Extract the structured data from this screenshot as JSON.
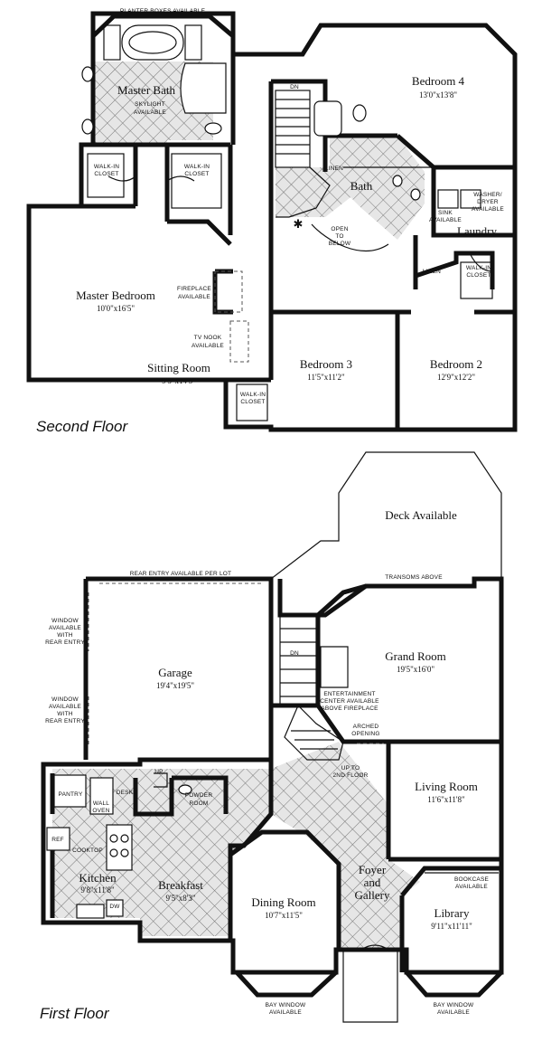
{
  "floors": {
    "second": "Second Floor",
    "first": "First Floor"
  },
  "second_floor": {
    "notes": {
      "planter": "PLANTER BOXES AVAILABLE",
      "skylight_1": "SKYLIGHT",
      "skylight_2": "AVAILABLE",
      "walkin_a_1": "WALK-IN",
      "walkin_a_2": "CLOSET",
      "walkin_b_1": "WALK-IN",
      "walkin_b_2": "CLOSET",
      "walkin_c_1": "WALK-IN",
      "walkin_c_2": "CLOSET",
      "walkin_d_1": "WALK-IN",
      "walkin_d_2": "CLOSET",
      "fireplace_1": "FIREPLACE",
      "fireplace_2": "AVAILABLE",
      "tvnook_1": "TV NOOK",
      "tvnook_2": "AVAILABLE",
      "dn": "DN",
      "linen_a": "LINEN",
      "linen_b": "LINEN",
      "open_1": "OPEN",
      "open_2": "TO",
      "open_3": "BELOW",
      "washer_1": "WASHER/",
      "washer_2": "DRYER",
      "washer_3": "AVAILABLE",
      "sink_1": "SINK",
      "sink_2": "AVAILABLE",
      "star": "✱"
    },
    "rooms": {
      "master_bath": "Master Bath",
      "bedroom4": "Bedroom 4",
      "bedroom4_dim": "13'0\"x13'8\"",
      "bath": "Bath",
      "laundry": "Laundry",
      "master_bedroom": "Master Bedroom",
      "master_bedroom_dim": "10'0\"x16'5\"",
      "sitting_room": "Sitting Room",
      "sitting_room_dim": "9'5\"x14'5\"",
      "bedroom3": "Bedroom 3",
      "bedroom3_dim": "11'5\"x11'2\"",
      "bedroom2": "Bedroom 2",
      "bedroom2_dim": "12'9\"x12'2\""
    }
  },
  "first_floor": {
    "notes": {
      "deck": "Deck Available",
      "rear_entry": "REAR ENTRY AVAILABLE PER LOT",
      "transoms": "TRANSOMS ABOVE",
      "window_a_1": "WINDOW",
      "window_a_2": "AVAILABLE",
      "window_a_3": "WITH",
      "window_a_4": "REAR ENTRY",
      "window_b_1": "WINDOW",
      "window_b_2": "AVAILABLE",
      "window_b_3": "WITH",
      "window_b_4": "REAR ENTRY",
      "dn": "DN",
      "ent_1": "ENTERTAINMENT",
      "ent_2": "CENTER AVAILABLE",
      "ent_3": "ABOVE FIREPLACE",
      "arched_1": "ARCHED",
      "arched_2": "OPENING",
      "up_2nd_1": "UP TO",
      "up_2nd_2": "2ND FLOOR",
      "up": "UP",
      "pantry": "PANTRY",
      "desk": "DESK",
      "wall_oven_1": "WALL",
      "wall_oven_2": "OVEN",
      "powder_1": "POWDER",
      "powder_2": "ROOM",
      "ref": "REF",
      "cooktop": "COOKTOP",
      "dw": "DW",
      "bookcase_1": "BOOKCASE",
      "bookcase_2": "AVAILABLE",
      "bay_a_1": "BAY WINDOW",
      "bay_a_2": "AVAILABLE",
      "bay_b_1": "BAY WINDOW",
      "bay_b_2": "AVAILABLE"
    },
    "rooms": {
      "garage": "Garage",
      "garage_dim": "19'4\"x19'5\"",
      "grand_room": "Grand Room",
      "grand_room_dim": "19'5\"x16'0\"",
      "living_room": "Living Room",
      "living_room_dim": "11'6\"x11'8\"",
      "kitchen": "Kitchen",
      "kitchen_dim": "9'8\"x11'8\"",
      "breakfast": "Breakfast",
      "breakfast_dim": "9'5\"x8'3\"",
      "dining_room": "Dining Room",
      "dining_room_dim": "10'7\"x11'5\"",
      "foyer_1": "Foyer",
      "foyer_2": "and",
      "foyer_3": "Gallery",
      "library": "Library",
      "library_dim": "9'11\"x11'11\""
    }
  }
}
